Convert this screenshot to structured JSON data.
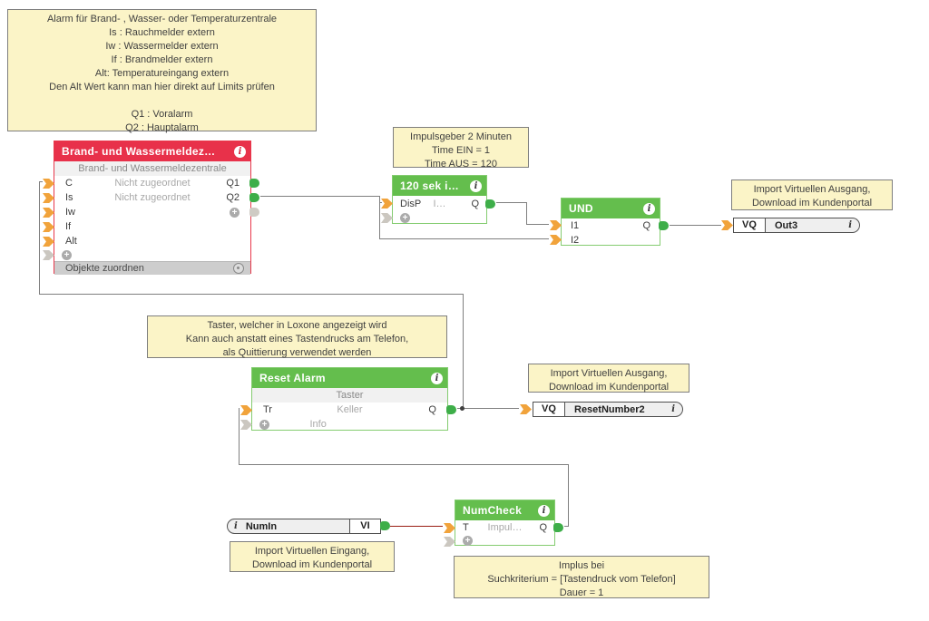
{
  "colors": {
    "header_green": "#64BE4D",
    "header_red": "#E8314A",
    "note_background": "#FBF4C7",
    "connector_orange": "#F1A33B",
    "connector_green": "#3EAE49",
    "connector_gray": "#CBC7C0",
    "wire_gray": "#7F7F7F",
    "wire_dark_red": "#9A1E13"
  },
  "icons": {
    "info": "i",
    "add": "+",
    "assign": "circle-dot"
  },
  "notes": {
    "alarm_info": {
      "lines": [
        "Alarm für Brand- , Wasser- oder Temperaturzentrale",
        "Is : Rauchmelder extern",
        "Iw : Wassermelder extern",
        "If : Brandmelder extern",
        "Alt: Temperatureingang extern",
        "Den Alt Wert kann man hier direkt auf Limits prüfen",
        "Q1 : Voralarm",
        "Q2 : Hauptalarm"
      ]
    },
    "pulse_note": {
      "lines": [
        "Impulsgeber 2 Minuten",
        "Time EIN = 1",
        "Time AUS = 120"
      ]
    },
    "vq_out3_note": {
      "lines": [
        "Import Virtuellen Ausgang,",
        "Download im Kundenportal"
      ]
    },
    "taster_note": {
      "lines": [
        "Taster, welcher in Loxone angezeigt wird",
        "Kann auch anstatt eines Tastendrucks am Telefon,",
        "als Quittierung verwendet werden"
      ]
    },
    "vq_reset_note": {
      "lines": [
        "Import Virtuellen Ausgang,",
        "Download im Kundenportal"
      ]
    },
    "vi_numin_note": {
      "lines": [
        "Import Virtuellen Eingang,",
        "Download im Kundenportal"
      ]
    },
    "implus_note": {
      "lines": [
        "Implus bei",
        "Suchkriterium = [Tastendruck vom Telefon]",
        "Dauer = 1"
      ]
    }
  },
  "blocks": {
    "zentrale": {
      "title": "Brand- und Wassermeldez…",
      "subtitle": "Brand- und Wassermeldezentrale",
      "inputs": [
        "C",
        "Is",
        "Iw",
        "If",
        "Alt"
      ],
      "values": [
        "Nicht zugeordnet",
        "Nicht zugeordnet"
      ],
      "outputs": [
        "Q1",
        "Q2"
      ],
      "footer": "Objekte zuordnen"
    },
    "pulse": {
      "title": "120 sek i…",
      "input": "DisP",
      "value": "I…",
      "output": "Q"
    },
    "und": {
      "title": "UND",
      "inputs": [
        "I1",
        "I2"
      ],
      "output": "Q"
    },
    "reset_alarm": {
      "title": "Reset Alarm",
      "subtitle": "Taster",
      "input": "Tr",
      "value": "Keller",
      "output": "Q",
      "info_value": "Info"
    },
    "numcheck": {
      "title": "NumCheck",
      "input": "T",
      "value": "Impul…",
      "output": "Q"
    },
    "vq_out3": {
      "port": "VQ",
      "name": "Out3"
    },
    "vq_reset": {
      "port": "VQ",
      "name": "ResetNumber2"
    },
    "numin": {
      "name": "NumIn",
      "port": "VI"
    }
  }
}
